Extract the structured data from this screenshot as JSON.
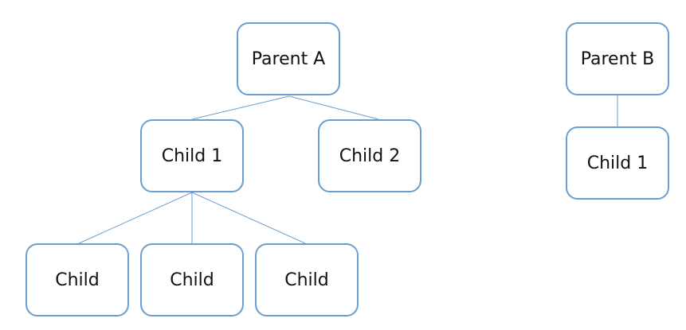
{
  "colors": {
    "node_border": "#6a9ecf",
    "connector": "#6a9ecf",
    "node_fill": "#ffffff",
    "text": "#111111"
  },
  "tree_a": {
    "root": "Parent A",
    "child_1": "Child 1",
    "child_2": "Child 2",
    "grandchildren": [
      "Child",
      "Child",
      "Child"
    ]
  },
  "tree_b": {
    "root": "Parent B",
    "child_1": "Child 1"
  }
}
